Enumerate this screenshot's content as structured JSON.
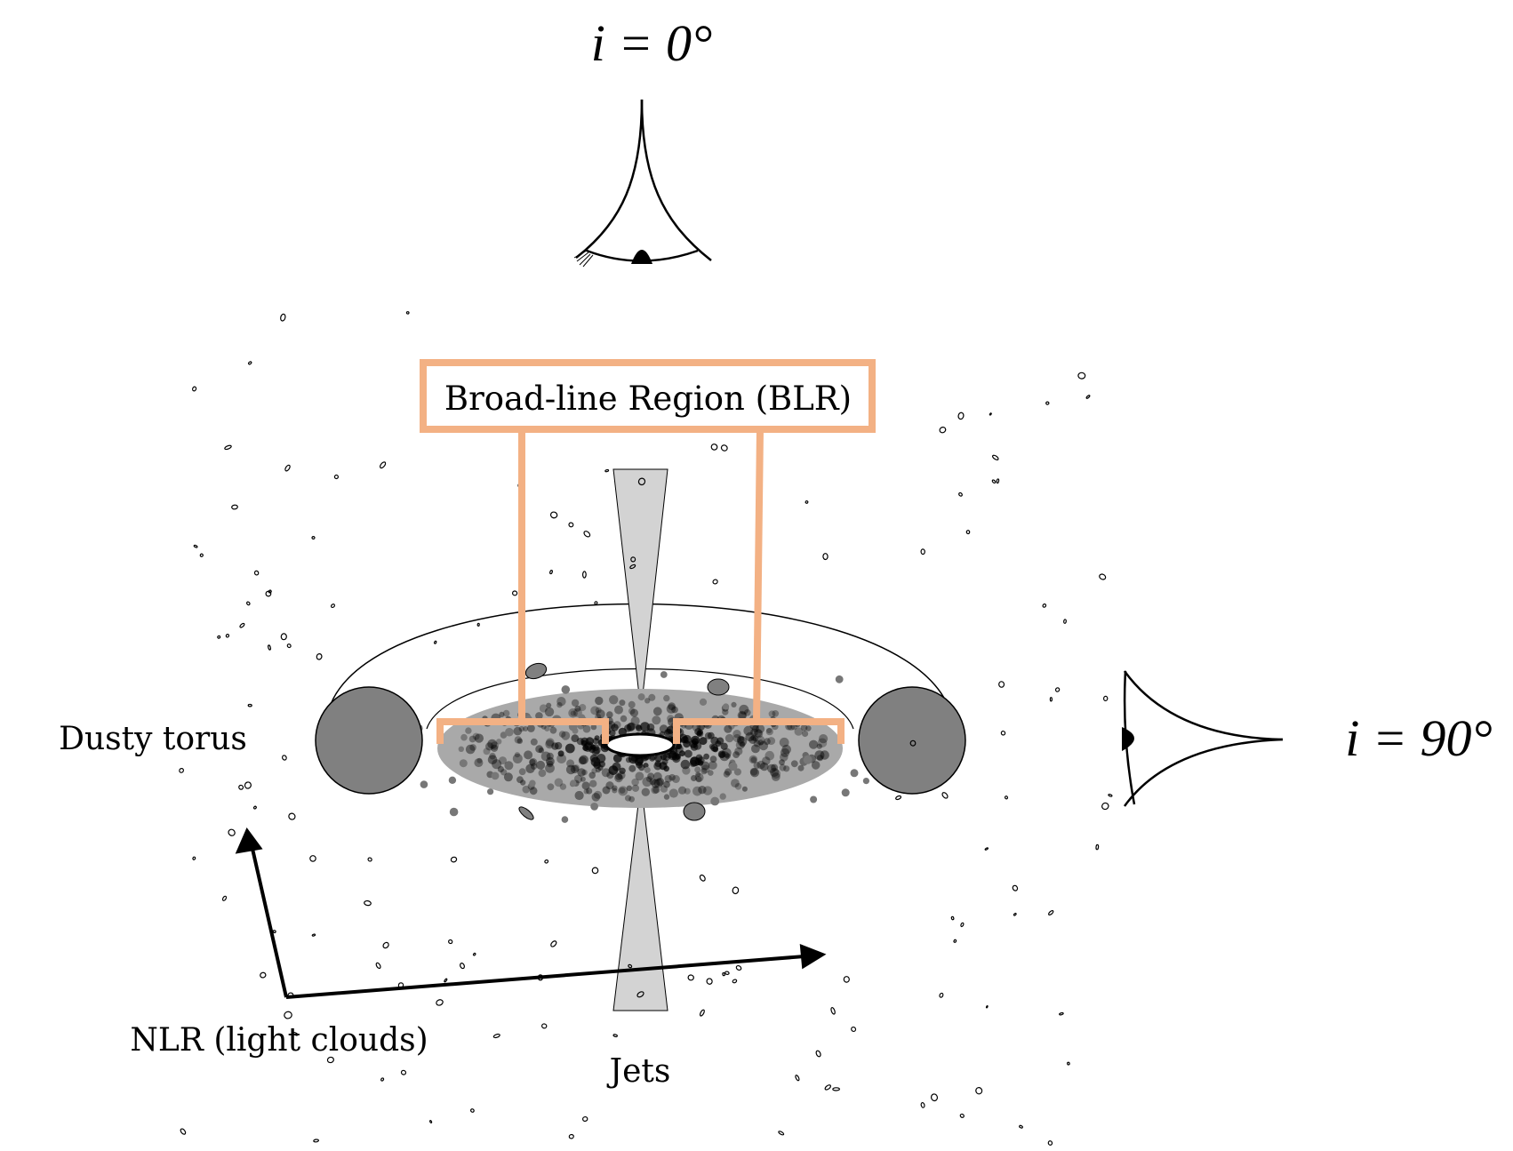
{
  "labels": {
    "view_top": "i = 0°",
    "view_side": "i = 90°",
    "blr": "Broad-line Region (BLR)",
    "torus": "Dusty torus",
    "nlr": "NLR (light clouds)",
    "jets": "Jets"
  },
  "colors": {
    "blr_box": "#f3b184",
    "torus_cloud": "#808080",
    "disk": "#a9a9a9",
    "jet": "#d3d3d3",
    "ink": "#000000"
  },
  "icons": {
    "observer_top": "eye-icon",
    "observer_side": "eye-icon"
  }
}
